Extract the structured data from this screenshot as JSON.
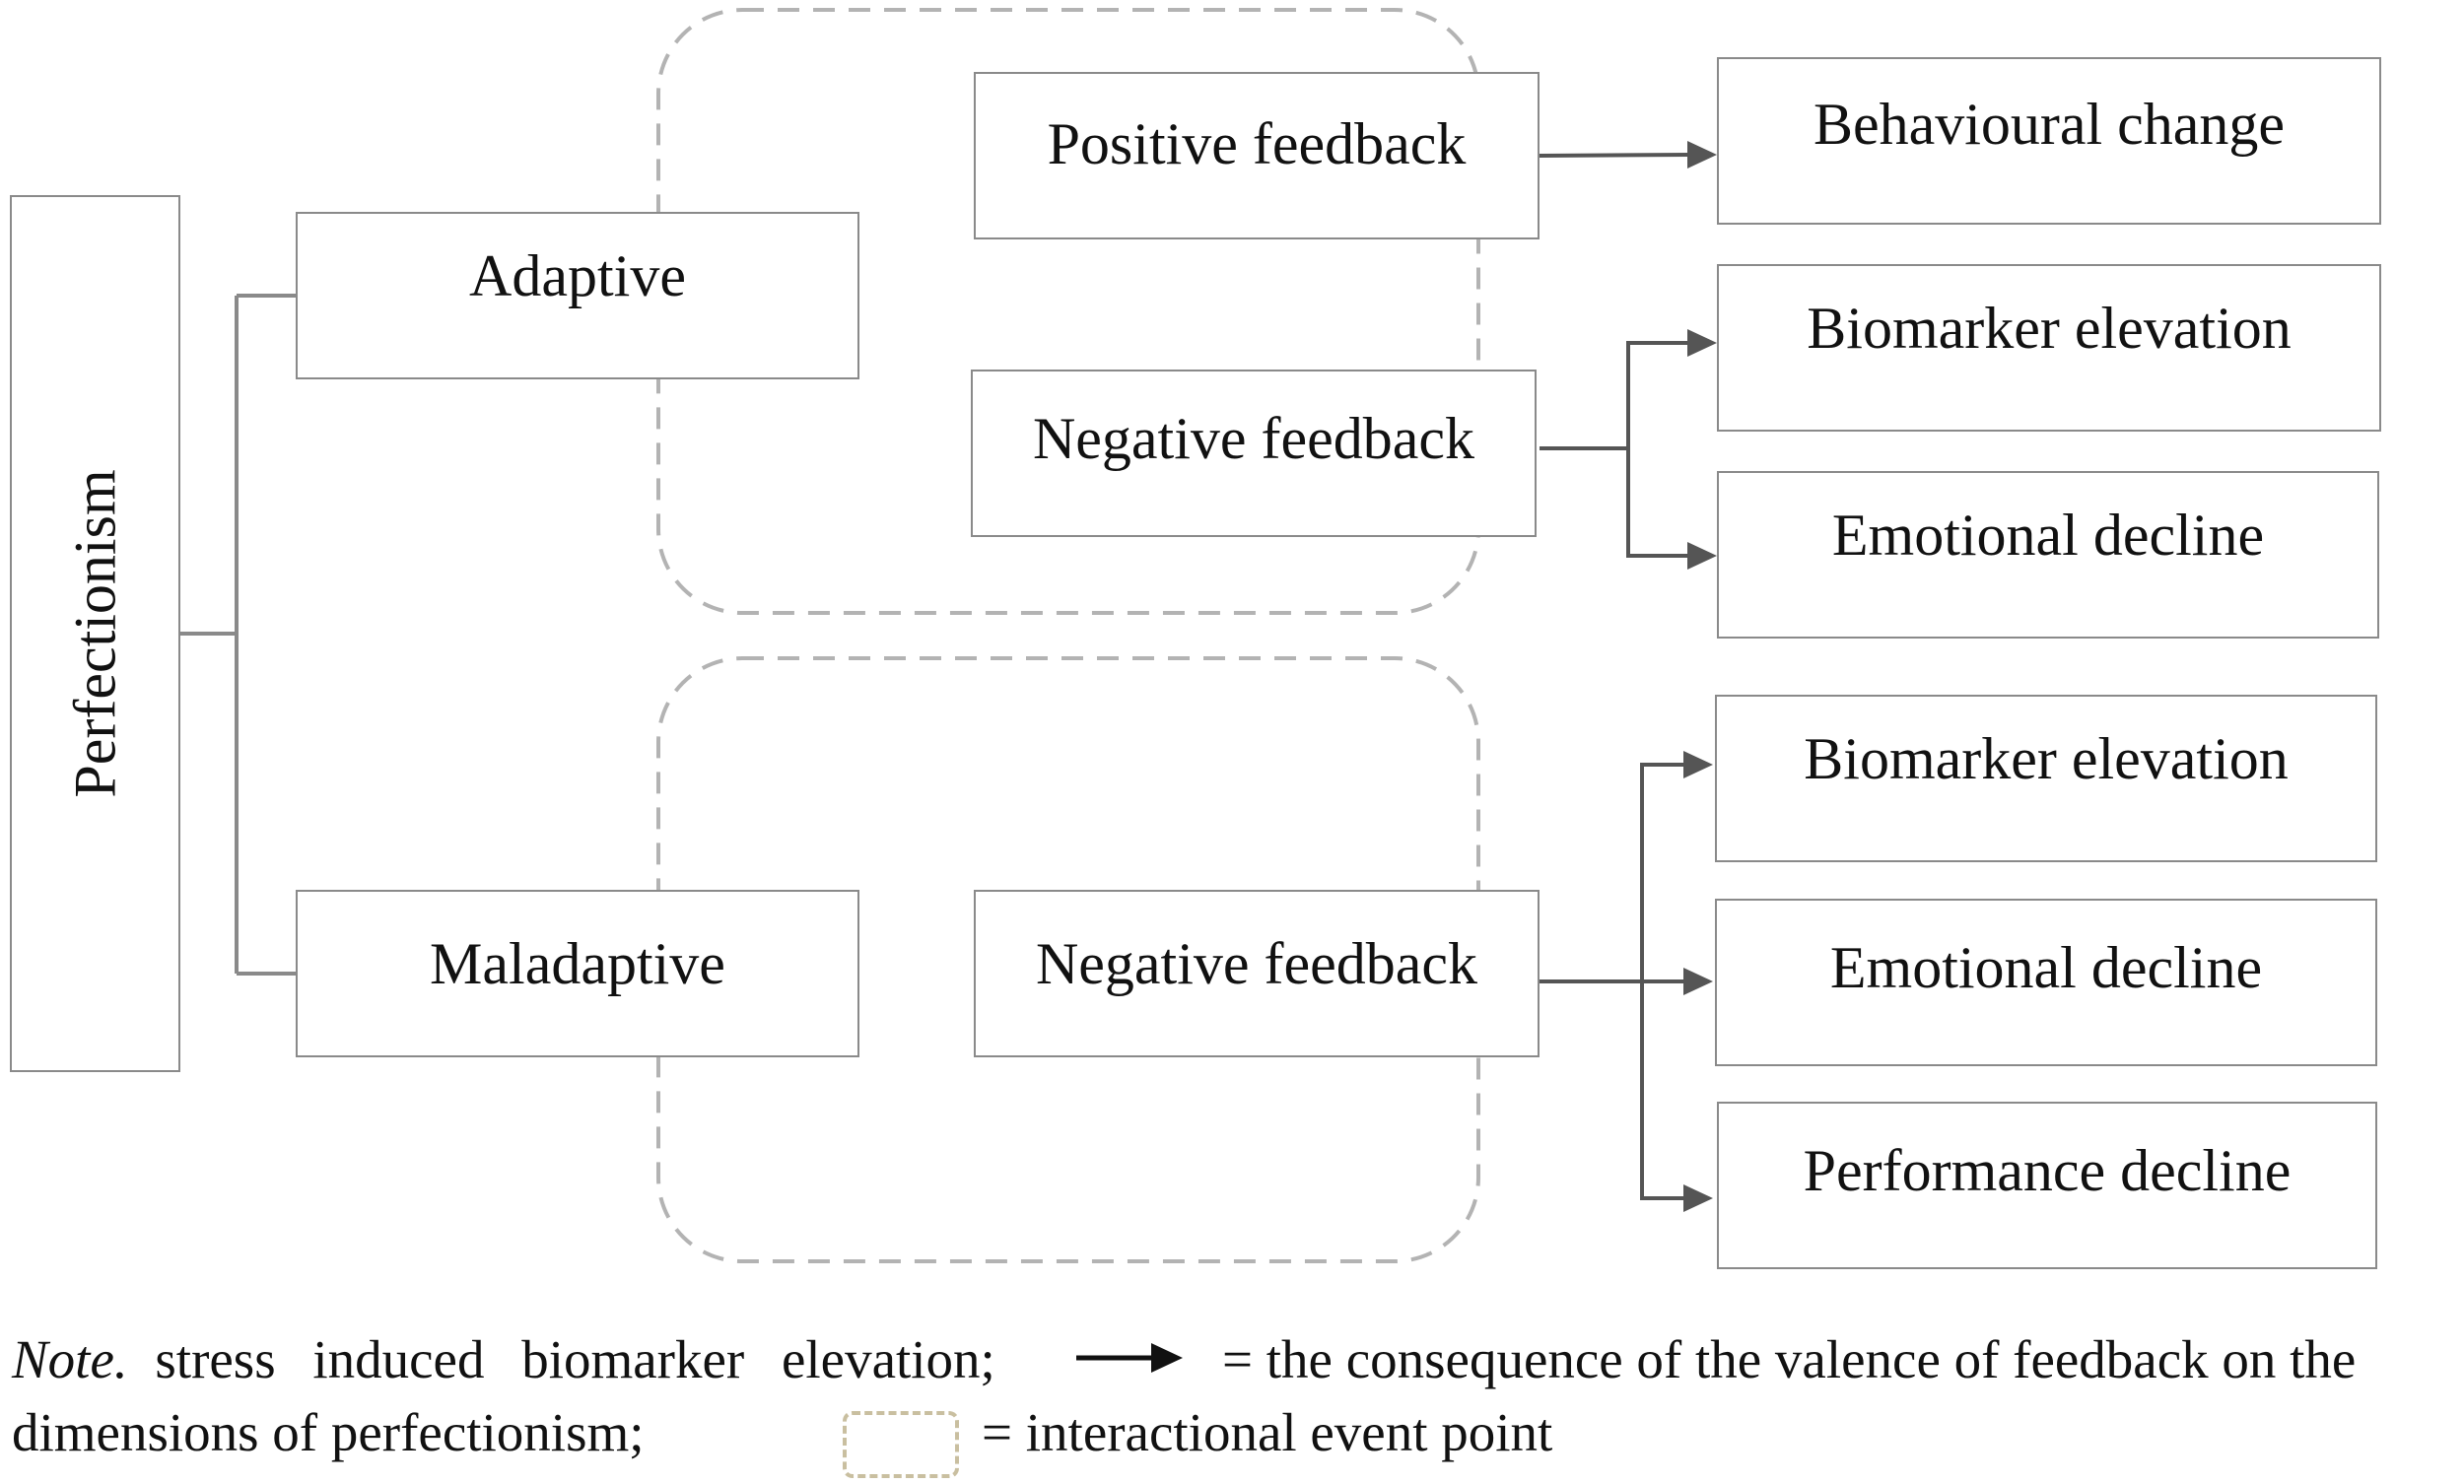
{
  "root": {
    "label": "Perfectionism"
  },
  "dimensions": {
    "adaptive": "Adaptive",
    "maladaptive": "Maladaptive"
  },
  "feedback": {
    "positive": "Positive feedback",
    "negative_adaptive": "Negative feedback",
    "negative_maladaptive": "Negative feedback"
  },
  "outcomes": {
    "behavioural_change": "Behavioural change",
    "biomarker_1": "Biomarker elevation",
    "emotional_1": "Emotional decline",
    "biomarker_2": "Biomarker elevation",
    "emotional_2": "Emotional decline",
    "performance": "Performance decline"
  },
  "note": {
    "prefix": "Note.",
    "part1": "stress induced biomarker elevation;",
    "part2": "= the consequence of the valence of feedback on the",
    "part3": "dimensions of perfectionism;",
    "part4": "= interactional event point"
  },
  "colors": {
    "box_border": "#8a8a8a",
    "connector": "#8a8a8a",
    "arrow": "#555555",
    "dashed_region": "#b3b3b3",
    "legend_dashed": "#c9bfa0"
  }
}
